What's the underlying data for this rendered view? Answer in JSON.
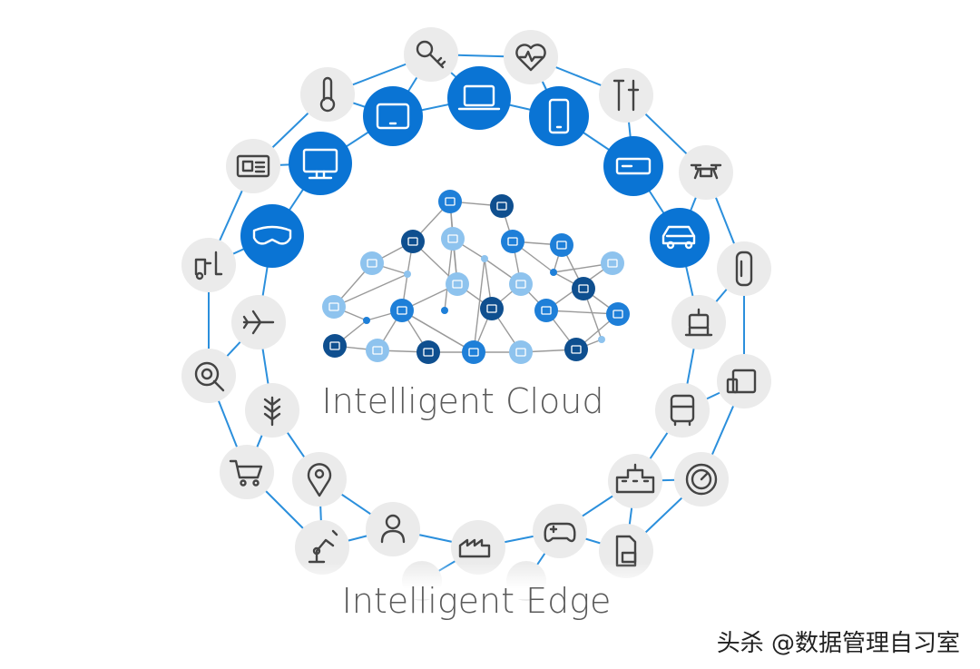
{
  "diagram": {
    "cloud_title": "Intelligent Cloud",
    "edge_title": "Intelligent Edge",
    "watermark": "头杀 @数据管理自习室"
  },
  "colors": {
    "ring_line": "#2b8fdc",
    "icon_gray_bg": "#ebebeb",
    "icon_blue_bg": "#0a74d4",
    "node_dark": "#0f4f8f",
    "node_mid": "#1e7fd8",
    "node_light": "#8ec3ee",
    "edge_gray": "#9a9a9a",
    "icon_stroke": "#444444"
  },
  "edge_devices": {
    "blue": [
      "tablet",
      "laptop",
      "phone",
      "monitor",
      "server",
      "vr-headset",
      "car"
    ],
    "gray": [
      "key",
      "heart-monitor",
      "thermometer",
      "tools",
      "newspaper",
      "drone",
      "forklift",
      "fridge",
      "plane",
      "robot",
      "settings",
      "chip",
      "wheat",
      "bus",
      "cart",
      "gauge",
      "location-pin",
      "building",
      "robot-arm",
      "person",
      "factory",
      "gamepad",
      "secure-file"
    ]
  }
}
